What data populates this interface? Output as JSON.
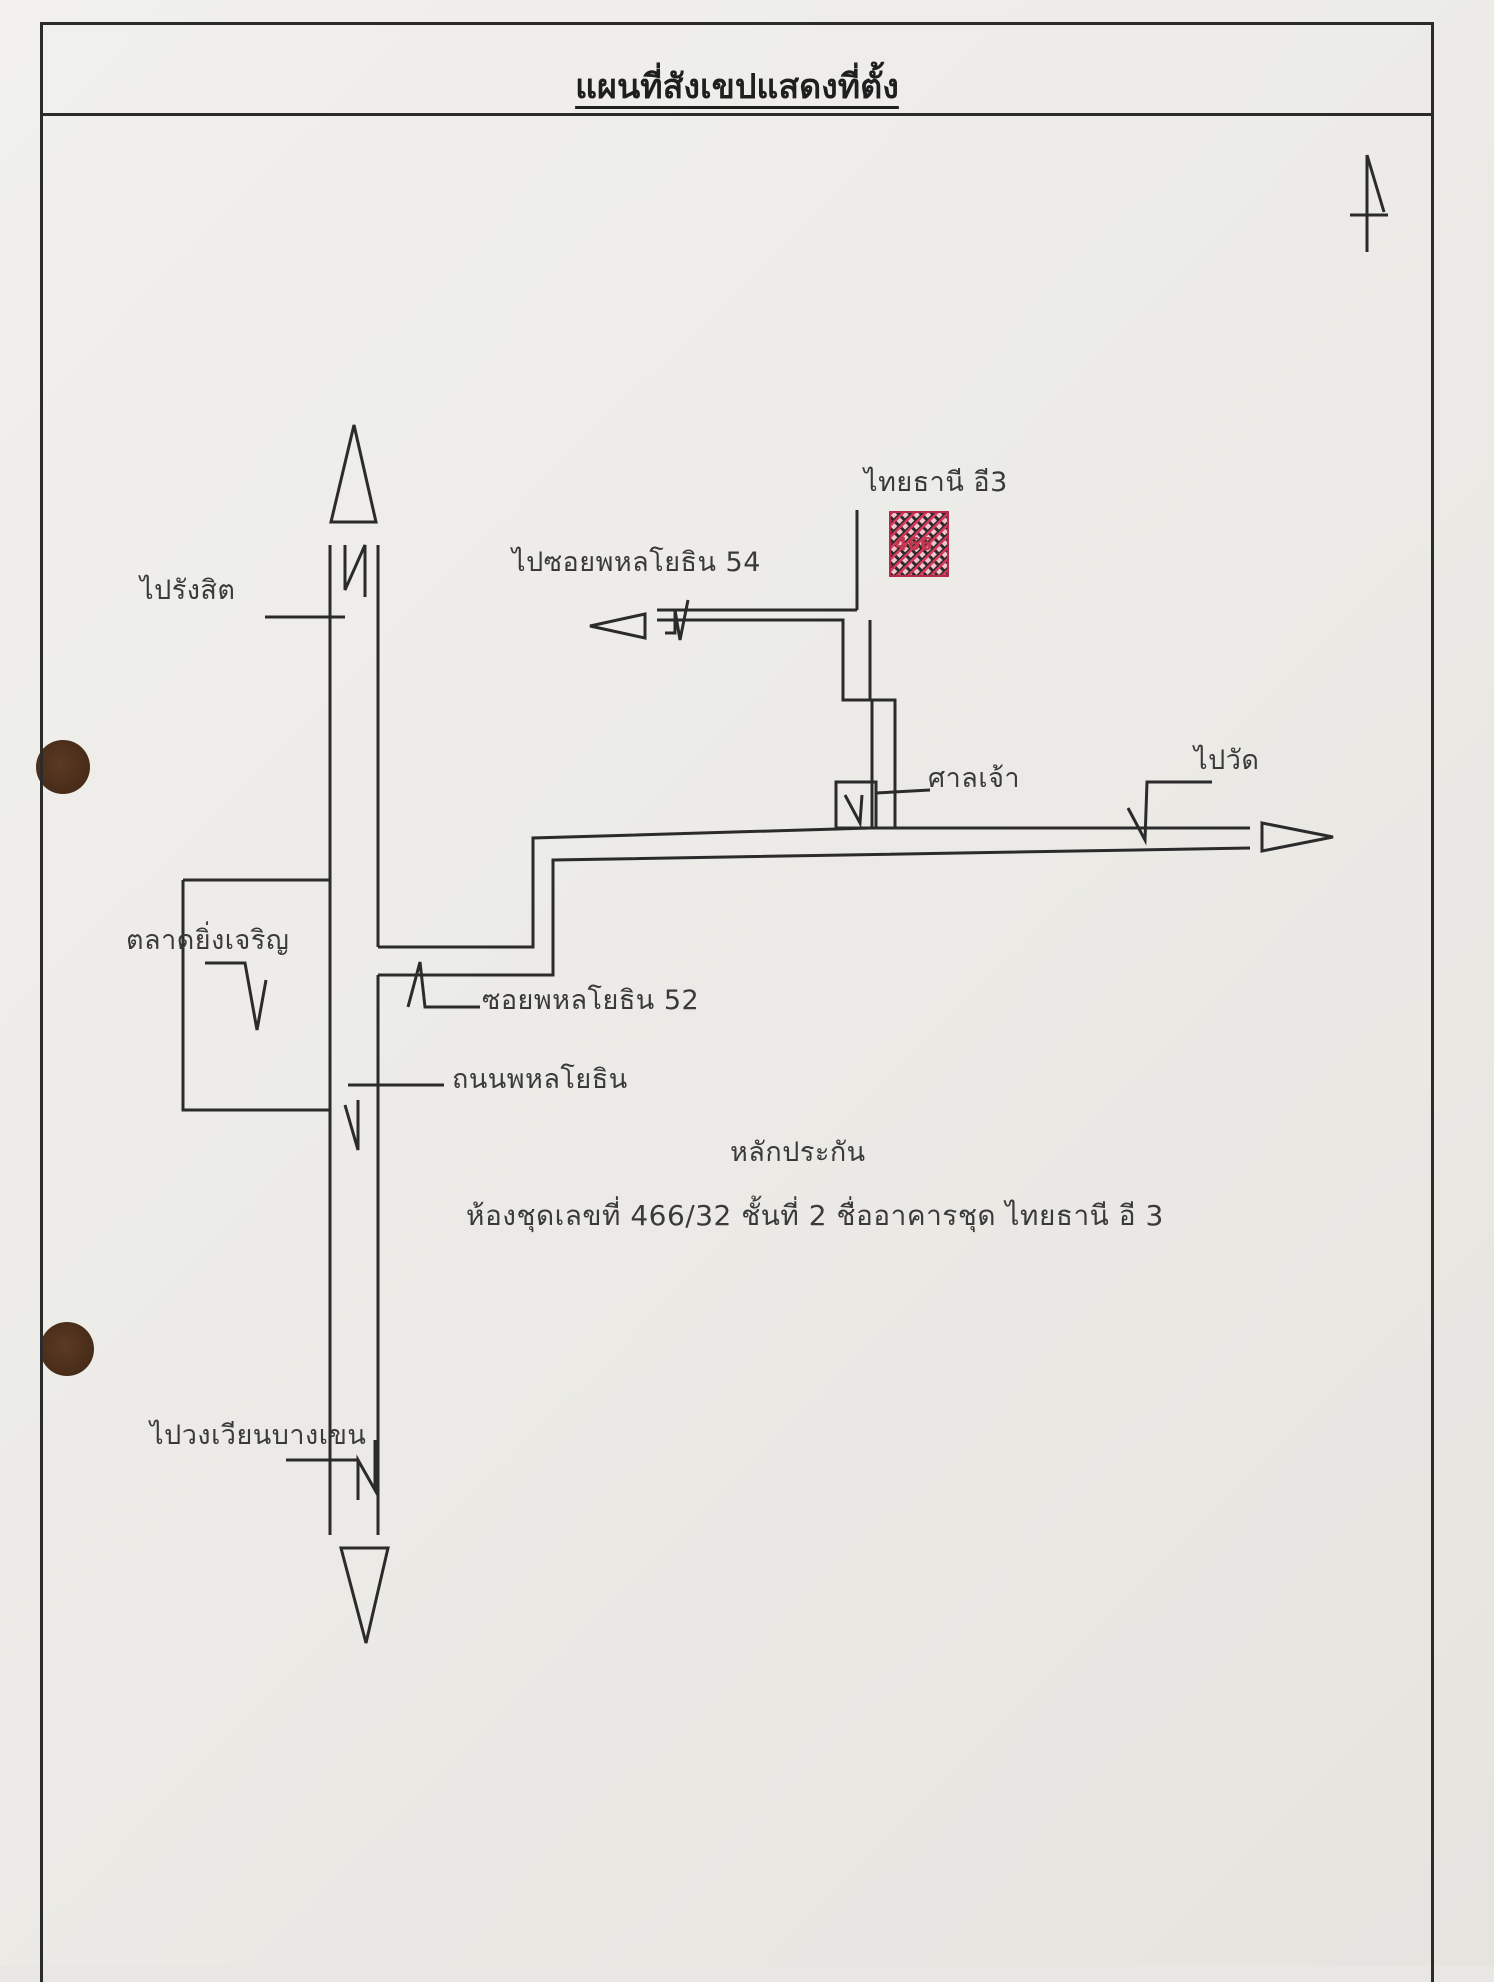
{
  "title": "แผนที่สังเขปแสดงที่ตั้ง",
  "labels": {
    "to_rangsit": "ไปรังสิต",
    "to_soi54": "ไปซอยพหลโยธิน 54",
    "building_name": "ไทยธานี อี3",
    "building_number": "466",
    "shrine": "ศาลเจ้า",
    "to_temple": "ไปวัด",
    "market": "ตลาดยิ่งเจริญ",
    "soi52": "ซอยพหลโยธิน 52",
    "main_road": "ถนนพหลโยธิน",
    "to_bangkhen": "ไปวงเวียนบางเขน",
    "collateral_heading": "หลักประกัน",
    "collateral_detail": "ห้องชุดเลขที่ 466/32 ชั้นที่ 2 ชื่ออาคารชุด ไทยธานี อี 3"
  },
  "colors": {
    "ink": "#2b2b2b",
    "building_fill": "#d7375a",
    "hole": "#4a2e1a"
  },
  "icons": {
    "north": "north-arrow-icon"
  }
}
